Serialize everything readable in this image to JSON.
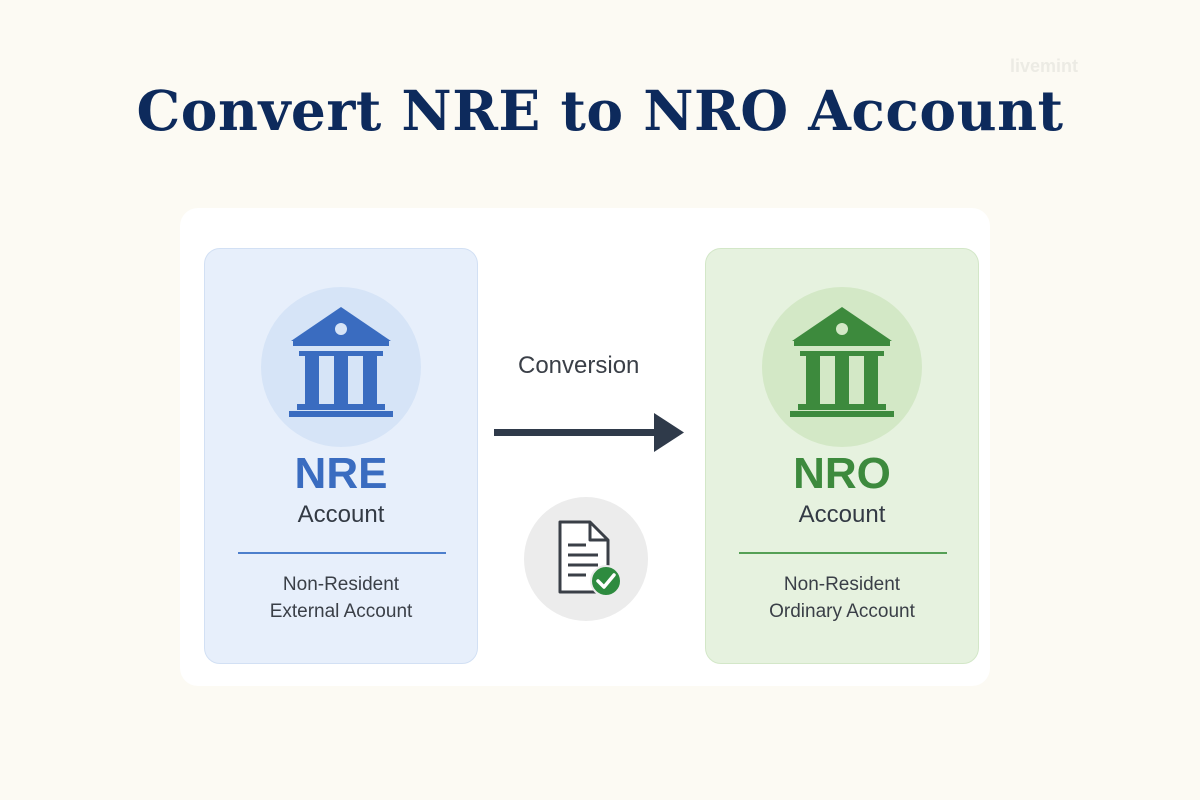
{
  "header": {
    "title": "Convert NRE to NRO Account",
    "watermark": "livemint"
  },
  "source_account": {
    "code": "NRE",
    "word": "Account",
    "desc_line1": "Non-Resident",
    "desc_line2": "External Account",
    "icon": "bank-icon",
    "color": "#3a6cc0"
  },
  "conversion": {
    "label": "Conversion",
    "arrow_icon": "arrow-right-icon",
    "doc_icon": "document-check-icon",
    "check_color": "#2e8b3f"
  },
  "target_account": {
    "code": "NRO",
    "word": "Account",
    "desc_line1": "Non-Resident",
    "desc_line2": "Ordinary Account",
    "icon": "bank-icon",
    "color": "#3d8a3d"
  }
}
